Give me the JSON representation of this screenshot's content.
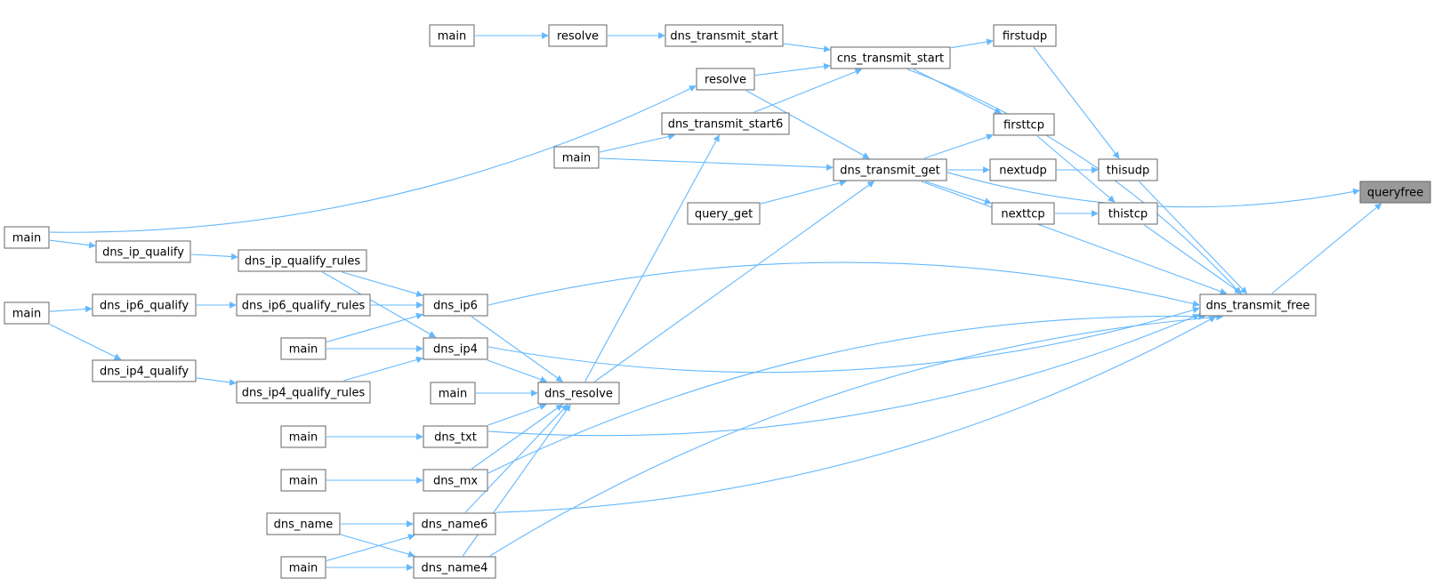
{
  "colors": {
    "edge": "#63b8ff",
    "node_border": "#666666",
    "highlight_fill": "#999999",
    "background": "#ffffff"
  },
  "nodes": [
    {
      "id": "main_1",
      "label": "main"
    },
    {
      "id": "resolve_1",
      "label": "resolve"
    },
    {
      "id": "dns_transmit_start",
      "label": "dns_transmit_start"
    },
    {
      "id": "cns_transmit_start",
      "label": "cns_transmit_start"
    },
    {
      "id": "firstudp",
      "label": "firstudp"
    },
    {
      "id": "resolve_2",
      "label": "resolve"
    },
    {
      "id": "dns_transmit_start6",
      "label": "dns_transmit_start6"
    },
    {
      "id": "firsttcp",
      "label": "firsttcp"
    },
    {
      "id": "main_2",
      "label": "main"
    },
    {
      "id": "dns_transmit_get",
      "label": "dns_transmit_get"
    },
    {
      "id": "nextudp",
      "label": "nextudp"
    },
    {
      "id": "thisudp",
      "label": "thisudp"
    },
    {
      "id": "queryfree",
      "label": "queryfree",
      "highlight": true
    },
    {
      "id": "query_get",
      "label": "query_get"
    },
    {
      "id": "nexttcp",
      "label": "nexttcp"
    },
    {
      "id": "thistcp",
      "label": "thistcp"
    },
    {
      "id": "main_3",
      "label": "main"
    },
    {
      "id": "dns_ip_qualify",
      "label": "dns_ip_qualify"
    },
    {
      "id": "dns_ip_qualify_rules",
      "label": "dns_ip_qualify_rules"
    },
    {
      "id": "main_4",
      "label": "main"
    },
    {
      "id": "dns_ip6_qualify",
      "label": "dns_ip6_qualify"
    },
    {
      "id": "dns_ip6_qualify_rules",
      "label": "dns_ip6_qualify_rules"
    },
    {
      "id": "dns_ip6",
      "label": "dns_ip6"
    },
    {
      "id": "dns_transmit_free",
      "label": "dns_transmit_free"
    },
    {
      "id": "main_5",
      "label": "main"
    },
    {
      "id": "dns_ip4",
      "label": "dns_ip4"
    },
    {
      "id": "dns_ip4_qualify",
      "label": "dns_ip4_qualify"
    },
    {
      "id": "dns_ip4_qualify_rules",
      "label": "dns_ip4_qualify_rules"
    },
    {
      "id": "main_6",
      "label": "main"
    },
    {
      "id": "dns_resolve",
      "label": "dns_resolve"
    },
    {
      "id": "main_7",
      "label": "main"
    },
    {
      "id": "dns_txt",
      "label": "dns_txt"
    },
    {
      "id": "main_8",
      "label": "main"
    },
    {
      "id": "dns_mx",
      "label": "dns_mx"
    },
    {
      "id": "dns_name",
      "label": "dns_name"
    },
    {
      "id": "dns_name6",
      "label": "dns_name6"
    },
    {
      "id": "main_9",
      "label": "main"
    },
    {
      "id": "dns_name4",
      "label": "dns_name4"
    }
  ],
  "edges": [
    {
      "from": "main_1",
      "to": "resolve_1"
    },
    {
      "from": "resolve_1",
      "to": "dns_transmit_start"
    },
    {
      "from": "dns_transmit_start",
      "to": "cns_transmit_start"
    },
    {
      "from": "resolve_2",
      "to": "cns_transmit_start"
    },
    {
      "from": "dns_transmit_start6",
      "to": "cns_transmit_start"
    },
    {
      "from": "cns_transmit_start",
      "to": "firstudp"
    },
    {
      "from": "cns_transmit_start",
      "to": "firsttcp"
    },
    {
      "from": "cns_transmit_start",
      "to": "dns_transmit_free"
    },
    {
      "from": "main_3",
      "to": "resolve_2"
    },
    {
      "from": "resolve_2",
      "to": "dns_transmit_get"
    },
    {
      "from": "main_2",
      "to": "dns_transmit_start6"
    },
    {
      "from": "main_2",
      "to": "dns_transmit_get"
    },
    {
      "from": "dns_resolve",
      "to": "dns_transmit_start6"
    },
    {
      "from": "query_get",
      "to": "dns_transmit_get"
    },
    {
      "from": "dns_resolve",
      "to": "dns_transmit_get"
    },
    {
      "from": "dns_transmit_get",
      "to": "firsttcp"
    },
    {
      "from": "dns_transmit_get",
      "to": "nextudp"
    },
    {
      "from": "dns_transmit_get",
      "to": "nexttcp"
    },
    {
      "from": "dns_transmit_get",
      "to": "queryfree"
    },
    {
      "from": "dns_transmit_get",
      "to": "dns_transmit_free"
    },
    {
      "from": "firstudp",
      "to": "thisudp"
    },
    {
      "from": "nextudp",
      "to": "thisudp"
    },
    {
      "from": "firsttcp",
      "to": "thistcp"
    },
    {
      "from": "nexttcp",
      "to": "thistcp"
    },
    {
      "from": "thisudp",
      "to": "dns_transmit_free"
    },
    {
      "from": "thistcp",
      "to": "dns_transmit_free"
    },
    {
      "from": "dns_transmit_free",
      "to": "queryfree"
    },
    {
      "from": "main_3",
      "to": "dns_ip_qualify"
    },
    {
      "from": "dns_ip_qualify",
      "to": "dns_ip_qualify_rules"
    },
    {
      "from": "dns_ip_qualify_rules",
      "to": "dns_ip6"
    },
    {
      "from": "dns_ip_qualify_rules",
      "to": "dns_ip4"
    },
    {
      "from": "main_4",
      "to": "dns_ip6_qualify"
    },
    {
      "from": "main_4",
      "to": "dns_ip4_qualify"
    },
    {
      "from": "dns_ip6_qualify",
      "to": "dns_ip6_qualify_rules"
    },
    {
      "from": "dns_ip6_qualify_rules",
      "to": "dns_ip6"
    },
    {
      "from": "dns_ip4_qualify",
      "to": "dns_ip4_qualify_rules"
    },
    {
      "from": "dns_ip4_qualify_rules",
      "to": "dns_ip4"
    },
    {
      "from": "main_5",
      "to": "dns_ip6"
    },
    {
      "from": "main_5",
      "to": "dns_ip4"
    },
    {
      "from": "dns_ip6",
      "to": "dns_transmit_free"
    },
    {
      "from": "dns_ip4",
      "to": "dns_transmit_free"
    },
    {
      "from": "dns_ip6",
      "to": "dns_resolve"
    },
    {
      "from": "dns_ip4",
      "to": "dns_resolve"
    },
    {
      "from": "main_6",
      "to": "dns_resolve"
    },
    {
      "from": "main_7",
      "to": "dns_txt"
    },
    {
      "from": "main_8",
      "to": "dns_mx"
    },
    {
      "from": "dns_txt",
      "to": "dns_resolve"
    },
    {
      "from": "dns_mx",
      "to": "dns_resolve"
    },
    {
      "from": "dns_name6",
      "to": "dns_resolve"
    },
    {
      "from": "dns_name4",
      "to": "dns_resolve"
    },
    {
      "from": "dns_txt",
      "to": "dns_transmit_free"
    },
    {
      "from": "dns_mx",
      "to": "dns_transmit_free"
    },
    {
      "from": "dns_name6",
      "to": "dns_transmit_free"
    },
    {
      "from": "dns_name4",
      "to": "dns_transmit_free"
    },
    {
      "from": "dns_name",
      "to": "dns_name6"
    },
    {
      "from": "dns_name",
      "to": "dns_name4"
    },
    {
      "from": "main_9",
      "to": "dns_name6"
    },
    {
      "from": "main_9",
      "to": "dns_name4"
    }
  ]
}
